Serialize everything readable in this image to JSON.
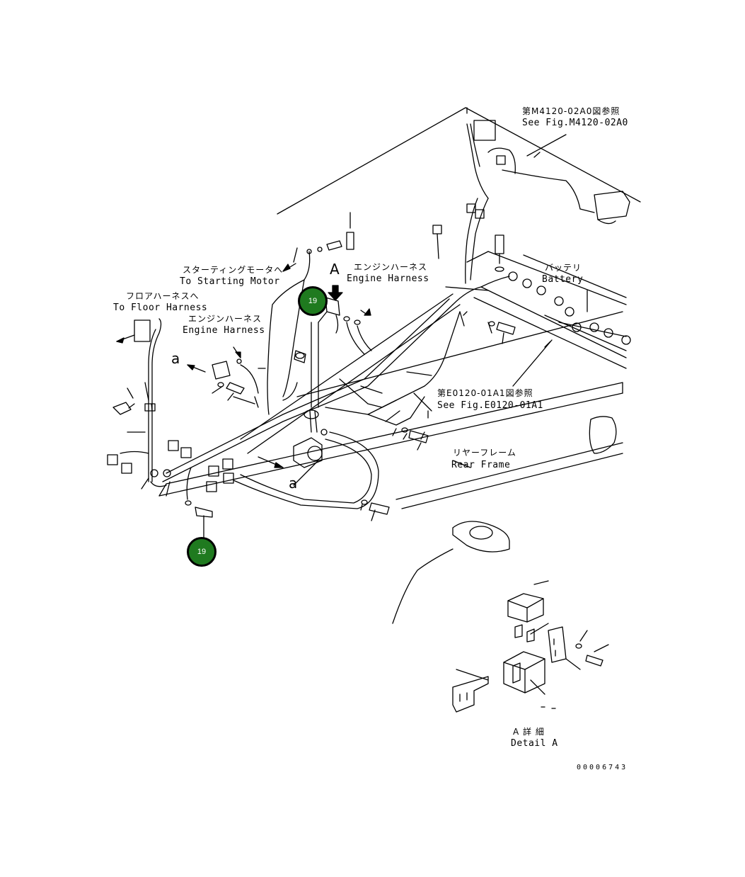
{
  "labels": {
    "see_m4120_jp": "第M4120-02A0図参照",
    "see_m4120_en": "See Fig.M4120-02A0",
    "starting_motor_jp": "スターティングモータへ",
    "starting_motor_en": "To Starting Motor",
    "floor_harness_jp": "フロアハーネスへ",
    "floor_harness_en": "To Floor Harness",
    "engine_harness_jp_1": "エンジンハーネス",
    "engine_harness_en_1": "Engine Harness",
    "engine_harness_jp_2": "エンジンハーネス",
    "engine_harness_en_2": "Engine Harness",
    "battery_jp": "バッテリ",
    "battery_en": "Battery",
    "see_e0120_jp": "第E0120-01A1図参照",
    "see_e0120_en": "See Fig.E0120-01A1",
    "rear_frame_jp": "リヤーフレーム",
    "rear_frame_en": "Rear Frame",
    "detail_a_jp": "A 詳 細",
    "detail_a_en": "Detail A",
    "view_letter_upper": "A",
    "view_letter_lower_1": "a",
    "view_letter_lower_2": "a",
    "figure_number": "00006743"
  },
  "callouts": [
    {
      "number": "19",
      "color": "#1f7a1f"
    },
    {
      "number": "19",
      "color": "#1f7a1f"
    }
  ]
}
